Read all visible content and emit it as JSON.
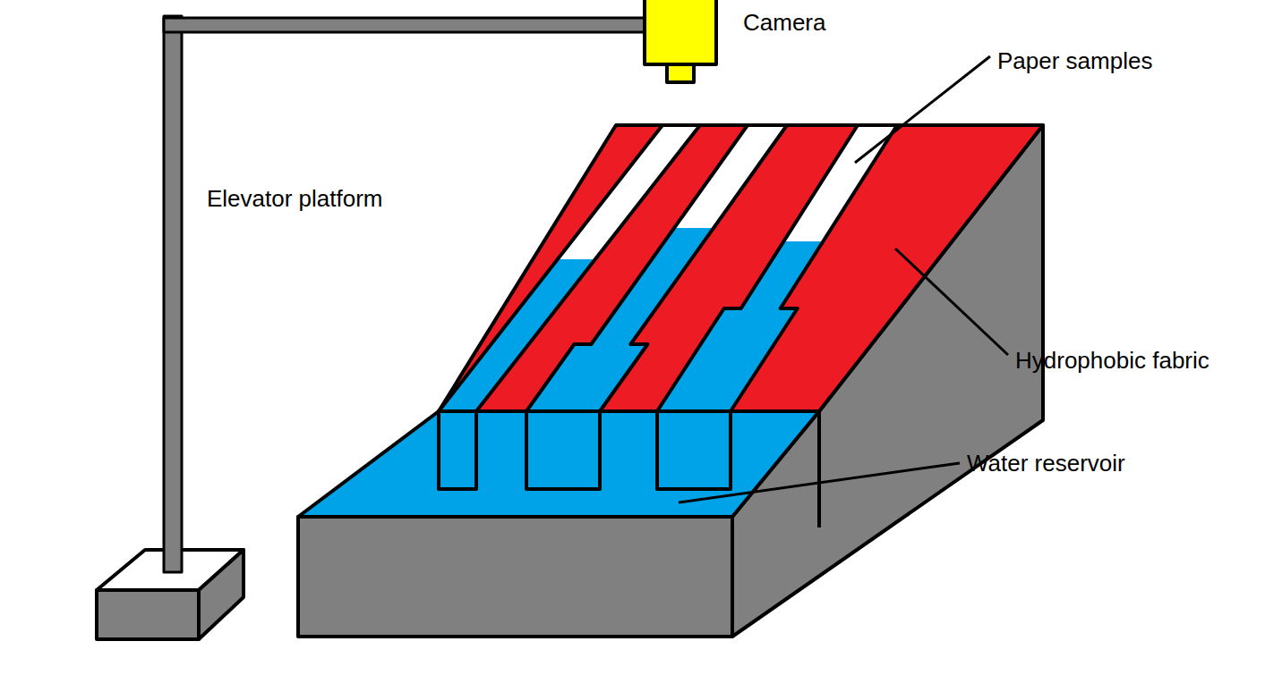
{
  "diagram": {
    "labels": [
      "Camera",
      "Paper samples",
      "Elevator platform",
      "Hydrophobic fabric",
      "Water reservoir"
    ]
  }
}
